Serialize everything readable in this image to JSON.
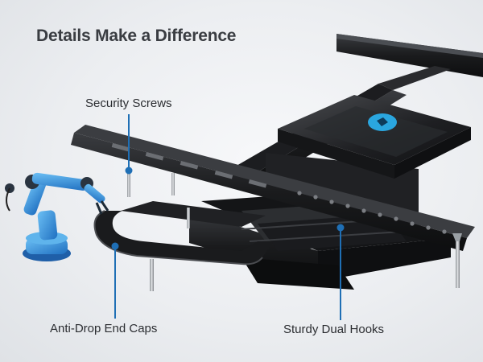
{
  "heading": "Details Make a Difference",
  "callouts": {
    "security_screws": "Security Screws",
    "anti_drop_end_caps": "Anti-Drop End Caps",
    "sturdy_dual_hooks": "Sturdy Dual Hooks"
  },
  "colors": {
    "accent_line": "#1f6fb5",
    "bracket": "#1b1c1e",
    "logo": "#2aa6df",
    "robot_arm": "#3b8fd9"
  }
}
